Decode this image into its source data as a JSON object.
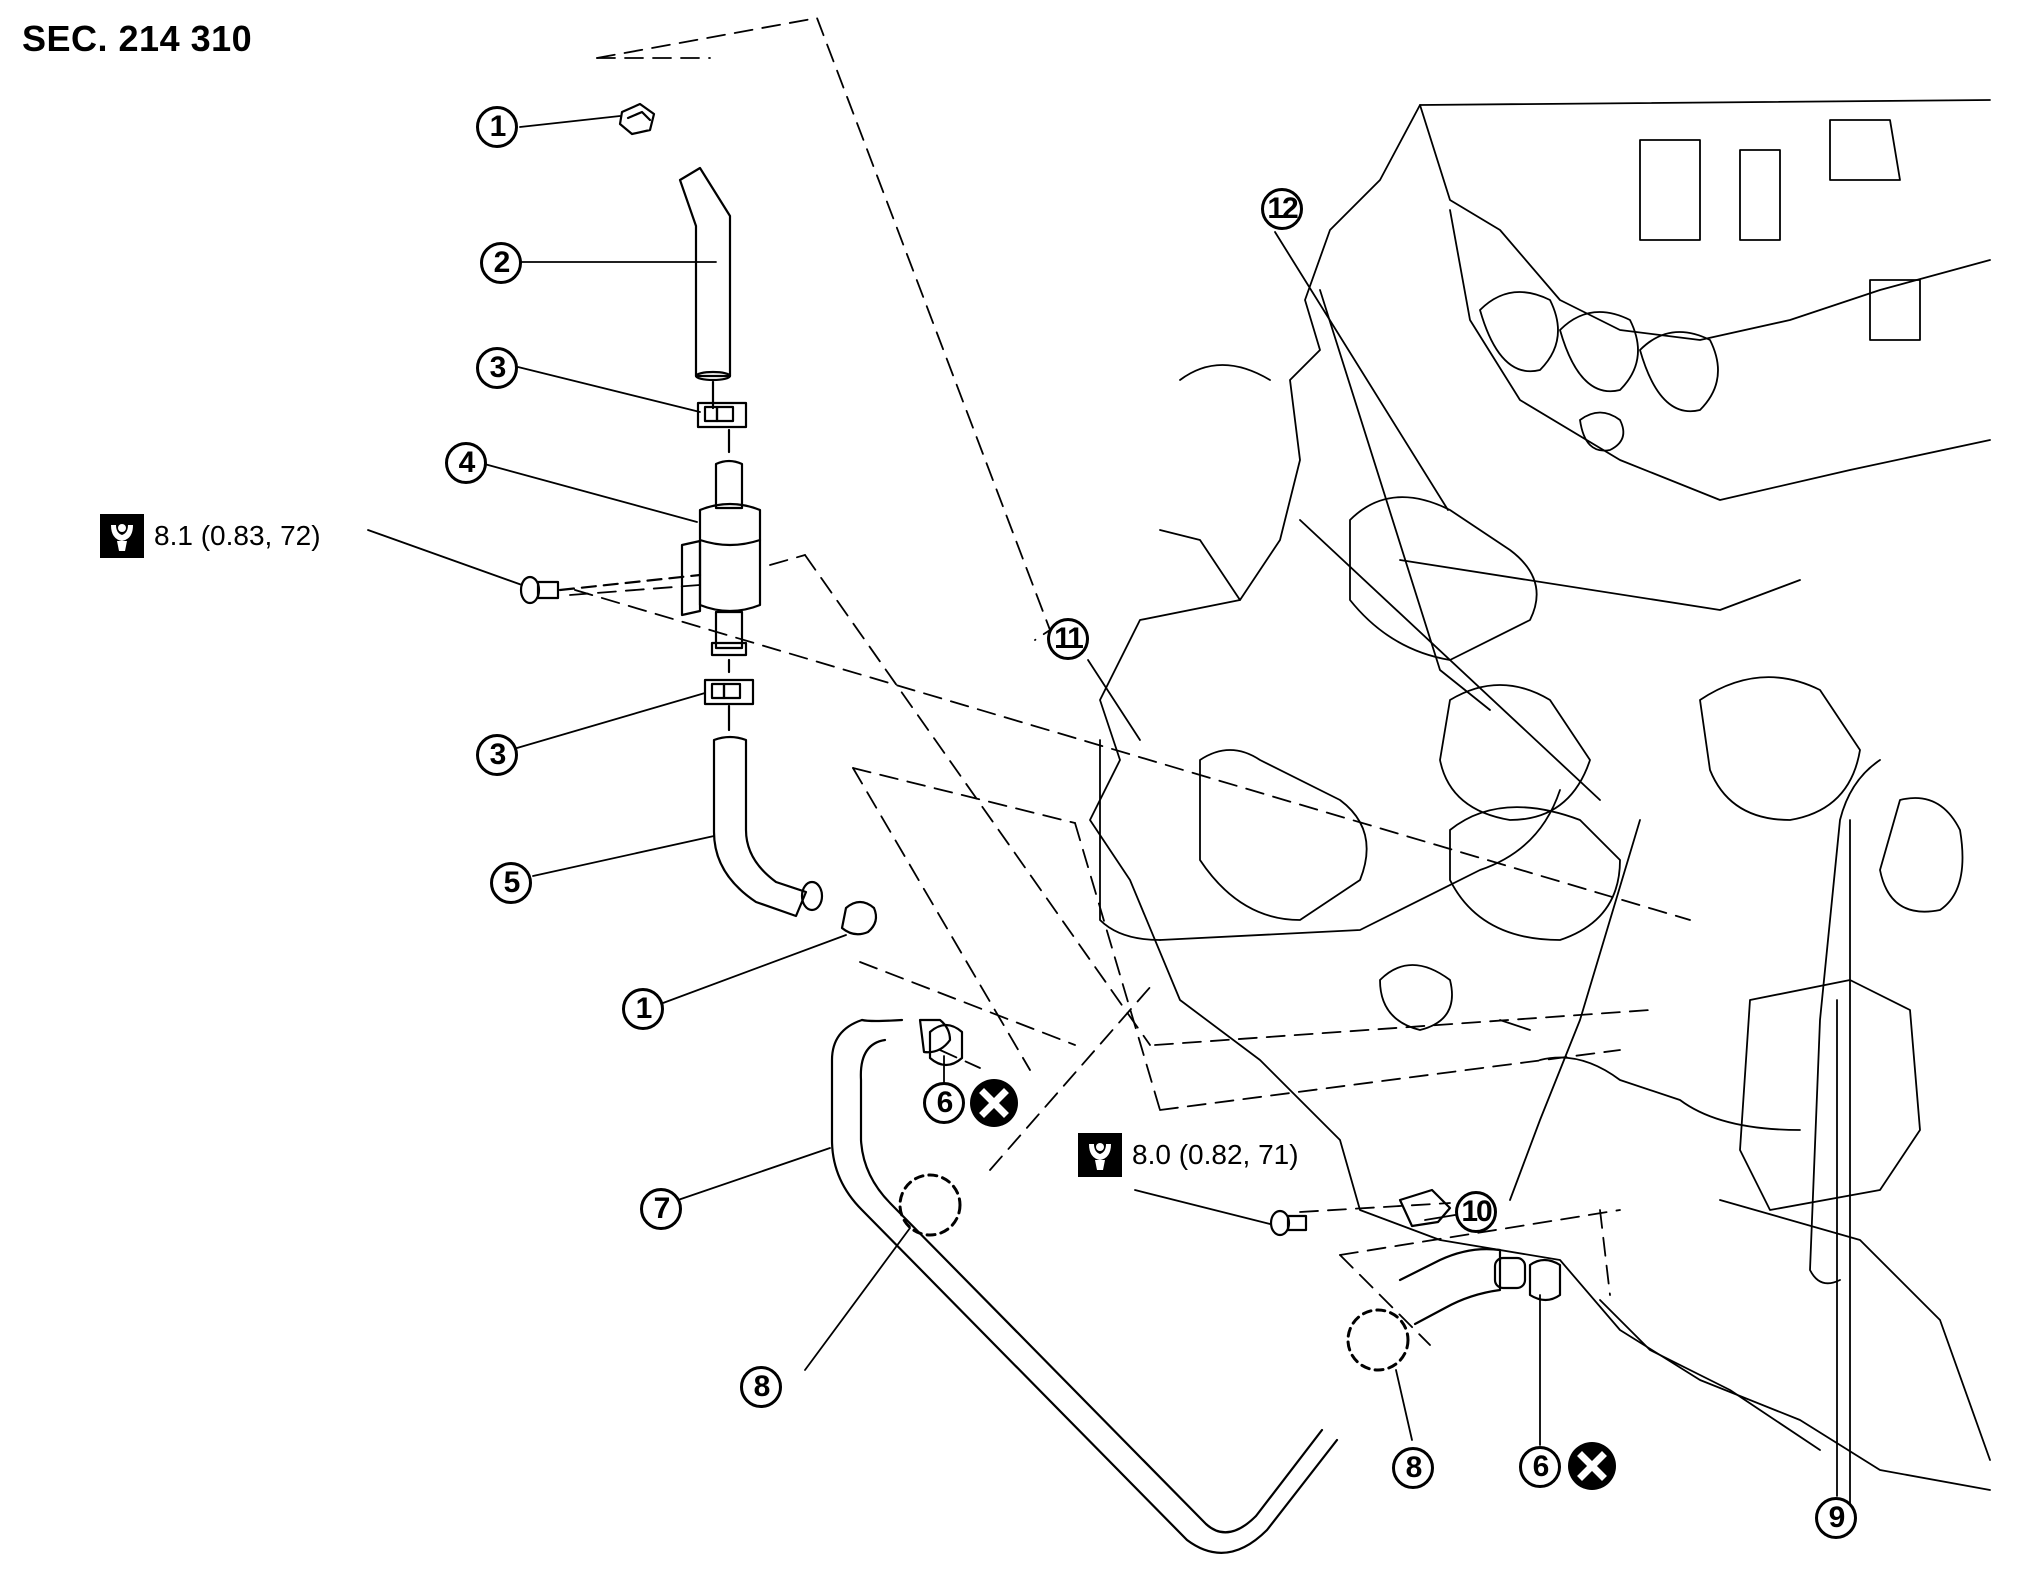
{
  "section": "SEC. 214 310",
  "torque_specs": [
    {
      "id": "torque-1",
      "value": "8.1 (0.83, 72)",
      "icon": "tightening-torque-icon"
    },
    {
      "id": "torque-2",
      "value": "8.0 (0.82, 71)",
      "icon": "tightening-torque-icon"
    }
  ],
  "callouts": [
    {
      "id": "callout-1a",
      "label": "1"
    },
    {
      "id": "callout-2",
      "label": "2"
    },
    {
      "id": "callout-3a",
      "label": "3"
    },
    {
      "id": "callout-4",
      "label": "4"
    },
    {
      "id": "callout-3b",
      "label": "3"
    },
    {
      "id": "callout-5",
      "label": "5"
    },
    {
      "id": "callout-1b",
      "label": "1"
    },
    {
      "id": "callout-6a",
      "label": "6"
    },
    {
      "id": "callout-7",
      "label": "7"
    },
    {
      "id": "callout-8a",
      "label": "8"
    },
    {
      "id": "callout-8b",
      "label": "8"
    },
    {
      "id": "callout-6b",
      "label": "6"
    },
    {
      "id": "callout-10",
      "label": "10"
    },
    {
      "id": "callout-11",
      "label": "11"
    },
    {
      "id": "callout-12",
      "label": "12"
    },
    {
      "id": "callout-9",
      "label": "9"
    }
  ],
  "symbols": {
    "do_not_reuse": "do-not-reuse-icon",
    "torque": "tightening-torque-icon"
  }
}
